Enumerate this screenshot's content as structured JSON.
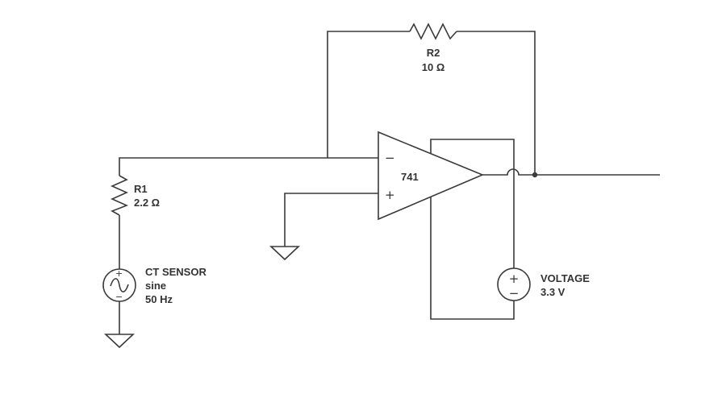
{
  "components": {
    "r1": {
      "name": "R1",
      "value": "2.2 Ω"
    },
    "r2": {
      "name": "R2",
      "value": "10 Ω"
    },
    "opamp": {
      "name": "741",
      "minus": "−",
      "plus": "+"
    },
    "ct_sensor": {
      "name": "CT SENSOR",
      "waveform": "sine",
      "frequency": "50 Hz",
      "plus": "+",
      "minus": "−"
    },
    "voltage": {
      "name": "VOLTAGE",
      "value": "3.3 V",
      "plus": "+",
      "minus": "−"
    }
  },
  "colors": {
    "wire": "#3a3a3a",
    "text": "#333333",
    "background": "#ffffff"
  }
}
